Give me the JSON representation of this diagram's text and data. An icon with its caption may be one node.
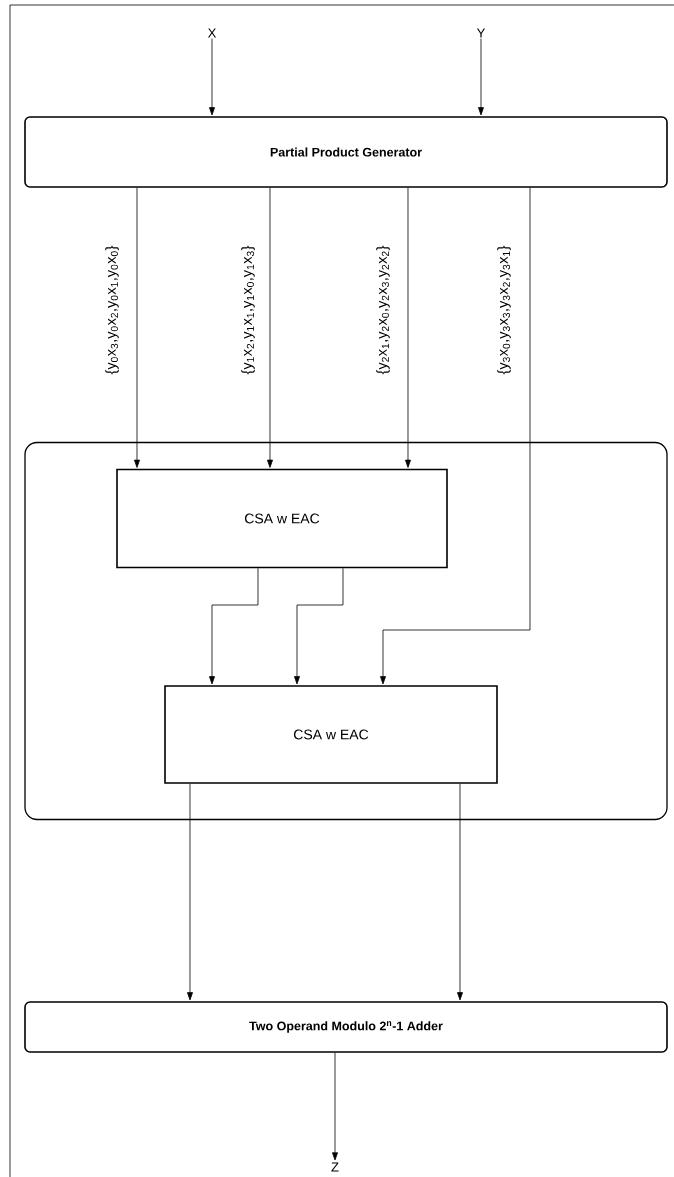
{
  "diagram": {
    "nodes": [
      {
        "text": [
          "X"
        ]
      },
      {
        "text": [
          "Y"
        ]
      },
      {
        "text": [
          "Partial Product Generator"
        ]
      },
      {
        "text": [],
        "shape": "box"
      },
      {
        "text": [
          "CSA w EAC"
        ],
        "in": 3
      },
      {
        "text": [
          "CSA w EAC"
        ],
        "in": 3
      },
      {
        "text": [
          "Two Operand Modulo 2$^{n}$-1 Adder"
        ]
      },
      {
        "text": [
          "Z"
        ]
      }
    ],
    "edges": [
      {
        "from": 0,
        "to": 2,
        "arrow": "to"
      },
      {
        "from": 1,
        "to": 2,
        "arrow": "to"
      },
      {
        "from": 2,
        "to": 4,
        "arrow": "to",
        "label": "{y$_{0}$x$_{3}$,y$_{0}$x$_{2}$,y$_{0}$x$_{1}$,y$_{0}$x$_{0}$}"
      },
      {
        "from": 2,
        "to": 4,
        "arrow": "to",
        "label": "{y$_{1}$x$_{2}$,y$_{1}$x$_{1}$,y$_{1}$x$_{0}$,y$_{1}$x$_{3}$}"
      },
      {
        "from": 2,
        "to": 4,
        "arrow": "to",
        "label": "{y$_{2}$x$_{1}$,y$_{2}$x$_{0}$,y$_{2}$x$_{3}$,y$_{2}$x$_{2}$}"
      },
      {
        "from": 2,
        "to": 5,
        "arrow": "to",
        "label": "{y$_{3}$x$_{0}$,y$_{3}$x$_{3}$,y$_{3}$x$_{2}$,y$_{3}$x$_{1}$}"
      },
      {
        "from": 4,
        "to": 5,
        "arrow": "to"
      },
      {
        "from": 4,
        "to": 5,
        "arrow": "to"
      },
      {
        "from": 5,
        "to": 6,
        "arrow": "to"
      },
      {
        "from": 5,
        "to": 6,
        "arrow": "to"
      },
      {
        "from": 6,
        "to": 7,
        "arrow": "to"
      }
    ]
  }
}
